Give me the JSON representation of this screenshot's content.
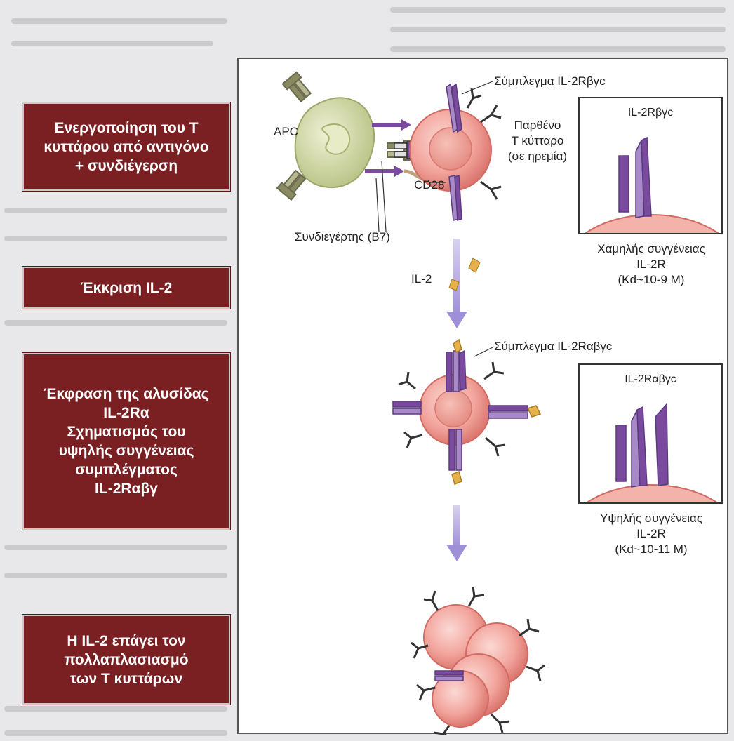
{
  "steps": [
    {
      "text": "Ενεργοποίηση του T\nκυττάρου από αντιγόνο\n+ συνδιέγερση"
    },
    {
      "text": "Έκκριση IL-2"
    },
    {
      "text": "Έκφραση της αλυσίδας\nIL-2Rα\nΣχηματισμός του\nυψηλής συγγένειας\nσυμπλέγματος\nIL-2Rαβγ"
    },
    {
      "text": "Η IL-2 επάγει τον\nπολλαπλασιασμό\nτων T κυττάρων"
    }
  ],
  "labels": {
    "apc": "APC",
    "complex_bg": "Σύμπλεγμα IL-2Rβγc",
    "naive": "Παρθένο\nT κύτταρο\n(σε ηρεμία)",
    "cd28": "CD28",
    "b7": "Συνδιεγέρτης (B7)",
    "il2": "IL-2",
    "complex_abg": "Σύμπλεγμα IL-2Rαβγc"
  },
  "insets": {
    "low": {
      "title": "IL-2Rβγc",
      "caption": "Χαμηλής συγγένειας\nIL-2R\n(Kd~10-9 M)"
    },
    "high": {
      "title": "IL-2Rαβγc",
      "caption": "Υψηλής συγγένειας\nIL-2R\n(Kd~10-11 M)"
    }
  },
  "colors": {
    "box": "#7a1f22",
    "tcell": "#f2a49c",
    "apc": "#cfd6a0",
    "receptor": "#7a4a9e",
    "receptor_light": "#a889c7",
    "cytokine": "#e6b04a",
    "arrow": "#a99ad6"
  }
}
